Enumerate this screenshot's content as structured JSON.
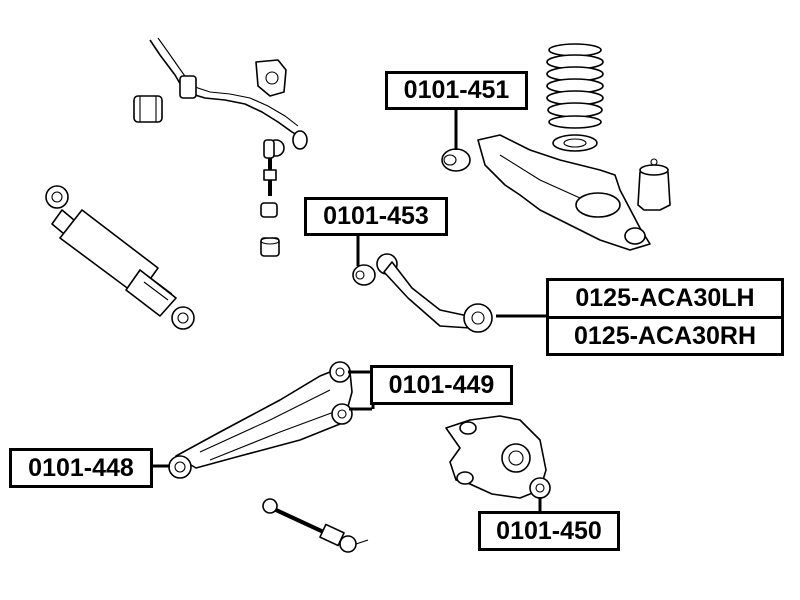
{
  "labels": {
    "p451": "0101-451",
    "p453": "0101-453",
    "aca_lh": "0125-ACA30LH",
    "aca_rh": "0125-ACA30RH",
    "p449": "0101-449",
    "p448": "0101-448",
    "p450": "0101-450"
  },
  "colors": {
    "ink": "#000000",
    "background": "#ffffff"
  }
}
